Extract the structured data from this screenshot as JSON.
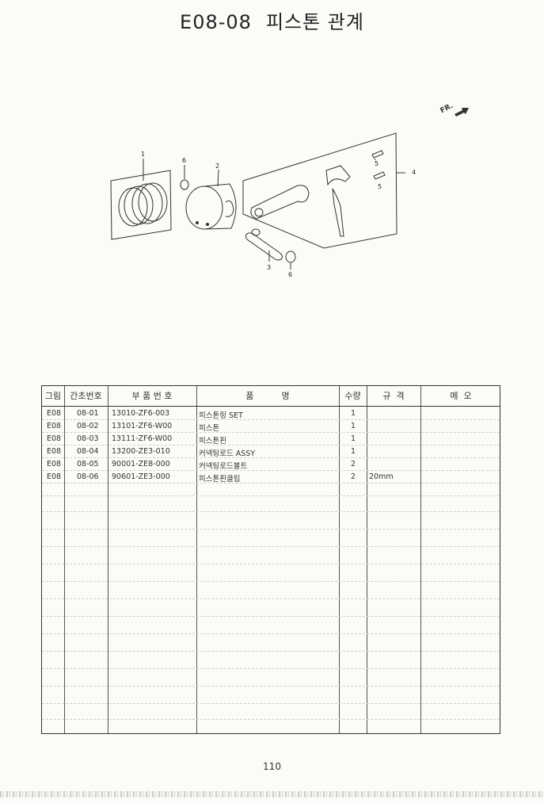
{
  "header": {
    "code": "E08-08",
    "name": "피스톤 관계"
  },
  "diagram": {
    "direction_label": "FR.",
    "callouts": [
      "1",
      "6",
      "2",
      "5",
      "5",
      "4",
      "3",
      "6"
    ]
  },
  "table": {
    "headers": [
      "그림",
      "간초번호",
      "부 품 번 호",
      "품          명",
      "수량",
      "규  격",
      "메  오"
    ],
    "rows": [
      {
        "fig": "E08",
        "ref": "08-01",
        "part": "13010-ZF6-003",
        "name": "피스톤링 SET",
        "qty": "1",
        "spec": ""
      },
      {
        "fig": "E08",
        "ref": "08-02",
        "part": "13101-ZF6-W00",
        "name": "피스톤",
        "qty": "1",
        "spec": ""
      },
      {
        "fig": "E08",
        "ref": "08-03",
        "part": "13111-ZF6-W00",
        "name": "피스톤핀",
        "qty": "1",
        "spec": ""
      },
      {
        "fig": "E08",
        "ref": "08-04",
        "part": "13200-ZE3-010",
        "name": "커넥팅로드 ASSY",
        "qty": "1",
        "spec": ""
      },
      {
        "fig": "E08",
        "ref": "08-05",
        "part": "90001-ZE8-000",
        "name": "커넥팅로드볼트",
        "qty": "2",
        "spec": ""
      },
      {
        "fig": "E08",
        "ref": "08-06",
        "part": "90601-ZE3-000",
        "name": "피스톤핀클립",
        "qty": "2",
        "spec": "20mm"
      }
    ]
  },
  "footer": {
    "page_number": "110"
  }
}
